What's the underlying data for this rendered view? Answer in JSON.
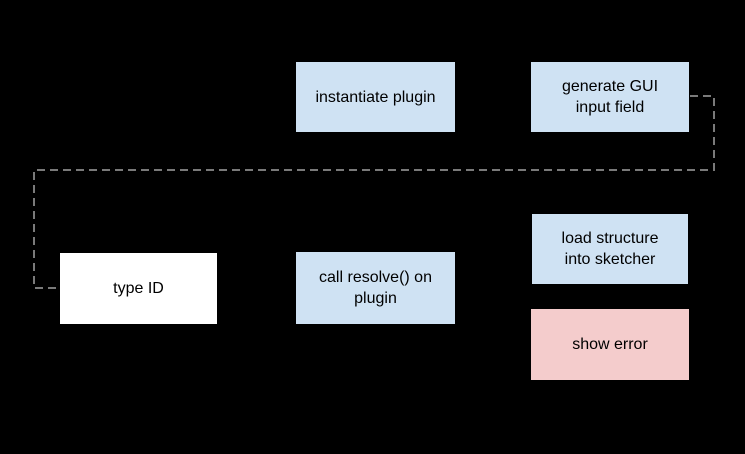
{
  "diagram": {
    "background_color": "#000000",
    "nodes": [
      {
        "id": "instantiate-plugin",
        "label": "instantiate plugin",
        "fill": "#cfe2f3",
        "text_color": "#000000"
      },
      {
        "id": "generate-gui-input-field",
        "label": "generate GUI\ninput field",
        "fill": "#cfe2f3",
        "text_color": "#000000"
      },
      {
        "id": "type-id",
        "label": "type ID",
        "fill": "#ffffff",
        "text_color": "#000000"
      },
      {
        "id": "call-resolve-on-plugin",
        "label": "call resolve() on\nplugin",
        "fill": "#cfe2f3",
        "text_color": "#000000"
      },
      {
        "id": "load-structure-into-sketcher",
        "label": "load structure\ninto sketcher",
        "fill": "#cfe2f3",
        "text_color": "#000000"
      },
      {
        "id": "show-error",
        "label": "show error",
        "fill": "#f4cccc",
        "text_color": "#000000"
      }
    ],
    "connector": {
      "style": "dashed",
      "color": "#7a7a7a",
      "from": "generate-gui-input-field",
      "to": "type-id"
    }
  }
}
